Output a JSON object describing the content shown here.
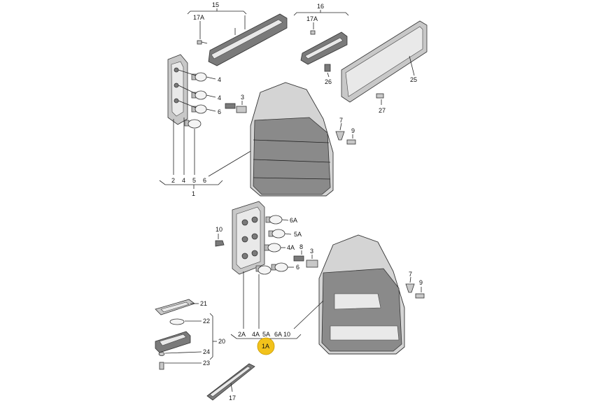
{
  "callouts": {
    "c15": "15",
    "c16": "16",
    "c17A_left": "17A",
    "c17A_right": "17A",
    "c4_top": "4",
    "c4_mid": "4",
    "c6_upper": "6",
    "c3_upper": "3",
    "c7_upper": "7",
    "c9_upper": "9",
    "c25": "25",
    "c26": "26",
    "c27": "27",
    "c2": "2",
    "c4_bottom": "4",
    "c5": "5",
    "c6_bottom": "6",
    "c1": "1",
    "c10": "10",
    "c6A": "6A",
    "c5A": "5A",
    "c4A": "4A",
    "c8": "8",
    "c3_lower": "3",
    "c6_lower": "6",
    "c7_lower": "7",
    "c9_lower": "9",
    "c21": "21",
    "c22": "22",
    "c20": "20",
    "c24": "24",
    "c23": "23",
    "c2A": "2A",
    "c4A_bottom": "4A",
    "c5A_bottom": "5A",
    "c6A_bottom": "6A",
    "c10_bottom": "10",
    "c1A": "1A",
    "c17": "17"
  },
  "colors": {
    "highlight": "#f2c21b",
    "line": "#222222"
  }
}
